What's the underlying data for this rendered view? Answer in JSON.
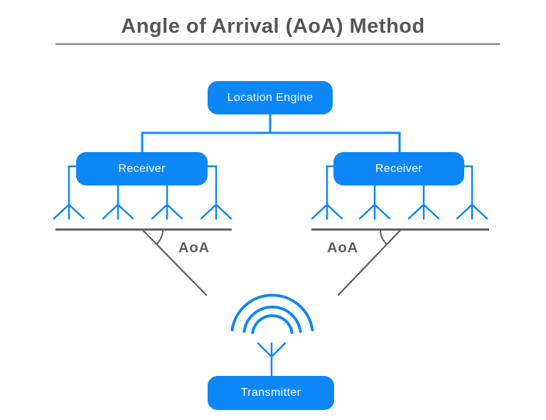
{
  "title": "Angle of Arrival (AoA) Method",
  "nodes": {
    "location_engine": {
      "label": "Location Engine"
    },
    "receiver_left": {
      "label": "Receiver"
    },
    "receiver_right": {
      "label": "Receiver"
    },
    "transmitter": {
      "label": "Transmitter"
    }
  },
  "angle_labels": {
    "left": "AoA",
    "right": "AoA"
  },
  "icons": {
    "receiver_array": "antenna-icon",
    "transmitter_mast": "antenna-icon",
    "signal_waves": "radio-waves-icon"
  },
  "colors": {
    "accent_blue": "#0D87F6",
    "line_gray": "#595A5E",
    "title_gray": "#54565A",
    "node_text": "#FFFFFF",
    "background": "#FFFFFF"
  }
}
